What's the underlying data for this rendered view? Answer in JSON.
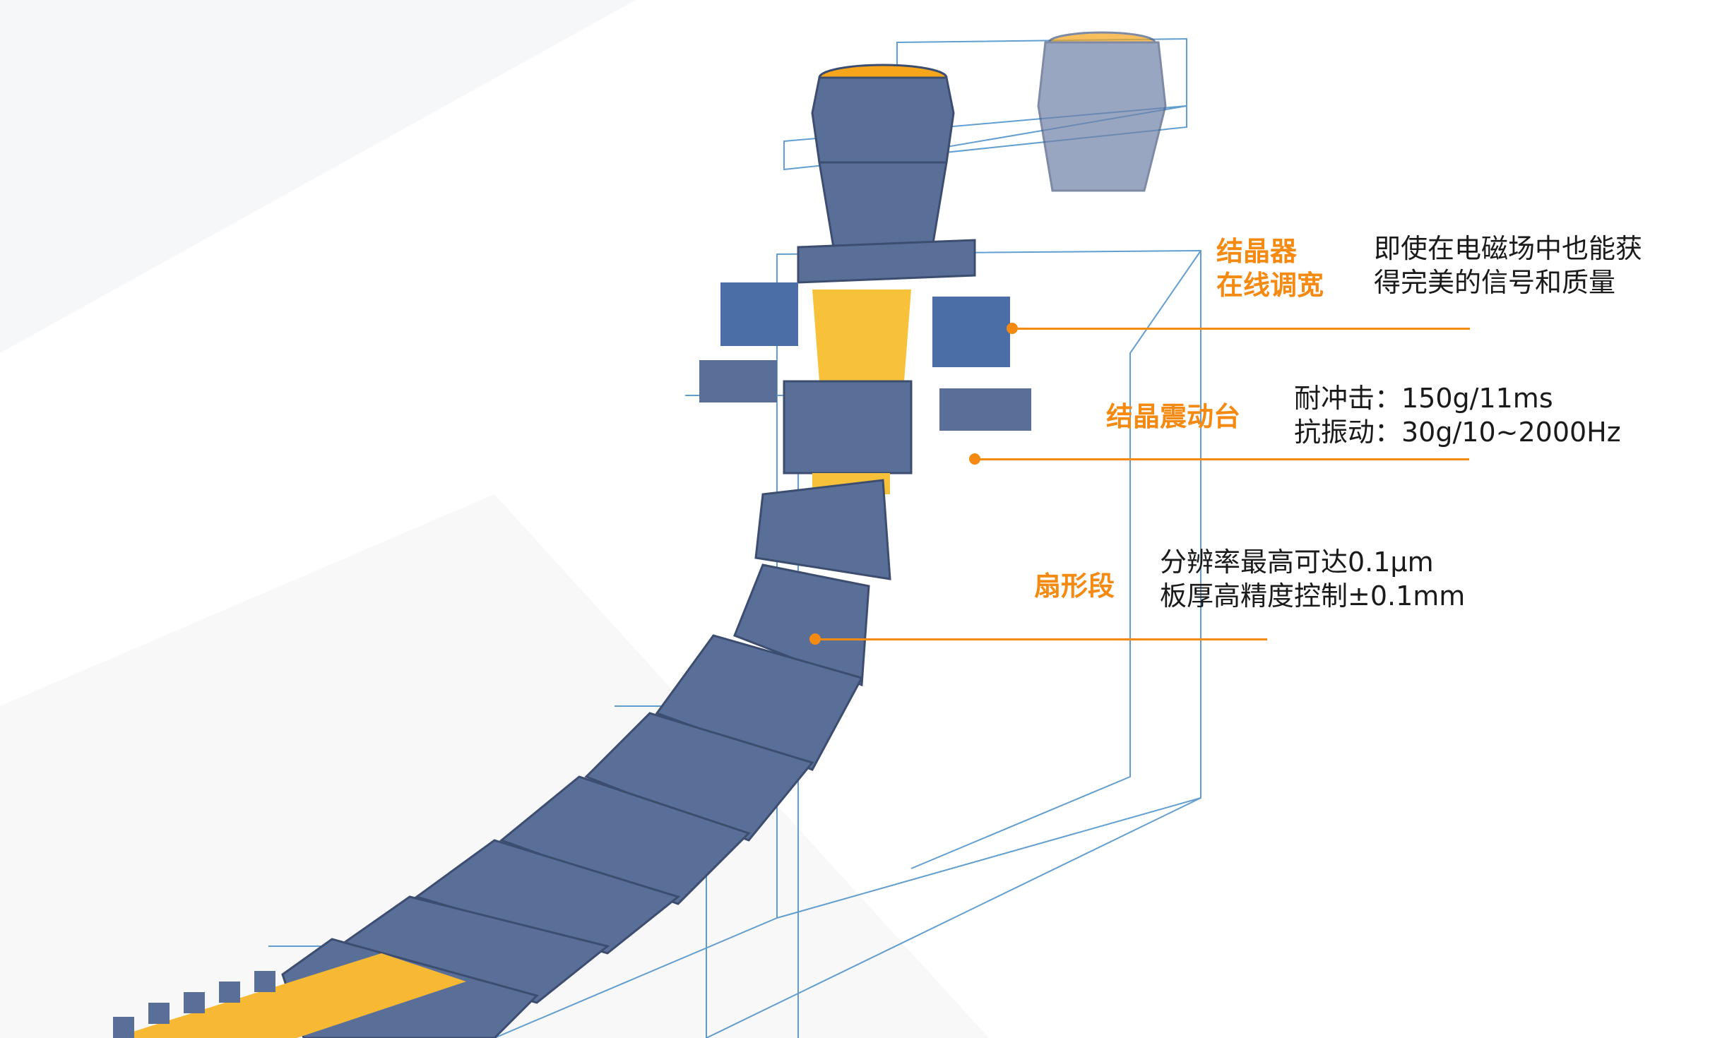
{
  "colors": {
    "accent": "#f58a12",
    "machine": "#5a6f98",
    "slab": "#f7c23a",
    "wireframe": "#3b87c4"
  },
  "callouts": [
    {
      "label_lines": [
        "结晶器",
        "在线调宽"
      ],
      "desc_lines": [
        "即使在电磁场中也能获",
        "得完美的信号和质量"
      ]
    },
    {
      "label_lines": [
        "结晶震动台"
      ],
      "desc_lines": [
        "耐冲击：150g/11ms",
        "抗振动：30g/10~2000Hz"
      ]
    },
    {
      "label_lines": [
        "扇形段"
      ],
      "desc_lines": [
        "分辨率最高可达0.1μm",
        "板厚高精度控制±0.1mm"
      ]
    }
  ]
}
